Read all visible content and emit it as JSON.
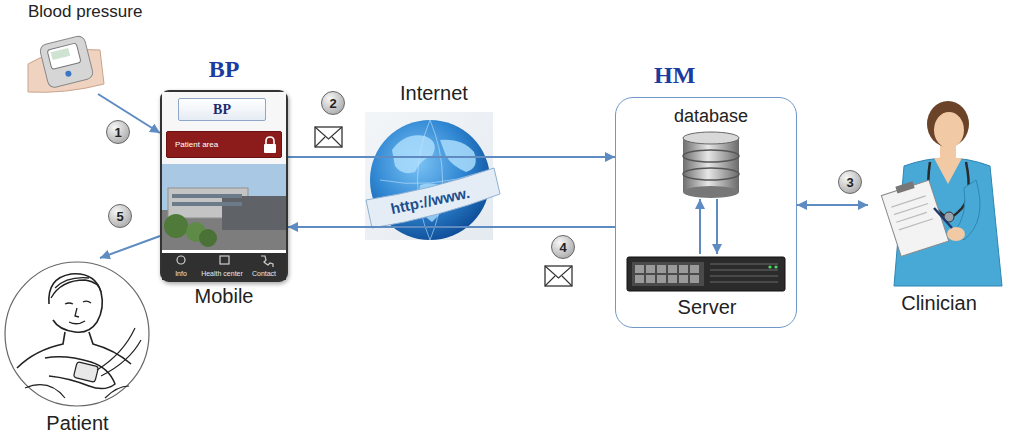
{
  "diagram": {
    "nodes": [
      {
        "text": [
          "Blood pressure"
        ]
      },
      {
        "text": [
          "BP",
          "Mobile"
        ]
      },
      {
        "text": [
          "BP"
        ],
        "in": 1
      },
      {
        "text": [
          "Patient area"
        ],
        "in": 1
      },
      {
        "text": [
          "HM"
        ]
      },
      {
        "text": [
          "database"
        ],
        "in": 4
      },
      {
        "text": [
          "Server"
        ],
        "in": 4
      },
      {
        "text": [
          "Clinician"
        ]
      },
      {
        "text": [
          "Patient"
        ]
      }
    ],
    "edges": [
      {
        "from": 0,
        "to": 1,
        "arrow": "to"
      },
      {
        "from": 1,
        "to": 4,
        "arrow": "to"
      },
      {
        "from": 4,
        "to": 1,
        "arrow": "to"
      },
      {
        "from": 4,
        "to": 7,
        "arrow": "both"
      },
      {
        "from": 1,
        "to": 8,
        "arrow": "to"
      },
      {
        "from": 6,
        "to": 5,
        "arrow": "to"
      },
      {
        "from": 5,
        "to": 6,
        "arrow": "to"
      }
    ],
    "labels": [
      "1",
      "2",
      "3",
      "4",
      "5",
      "Internet",
      "http://www.",
      "Info",
      "Health center",
      "Contact"
    ]
  }
}
